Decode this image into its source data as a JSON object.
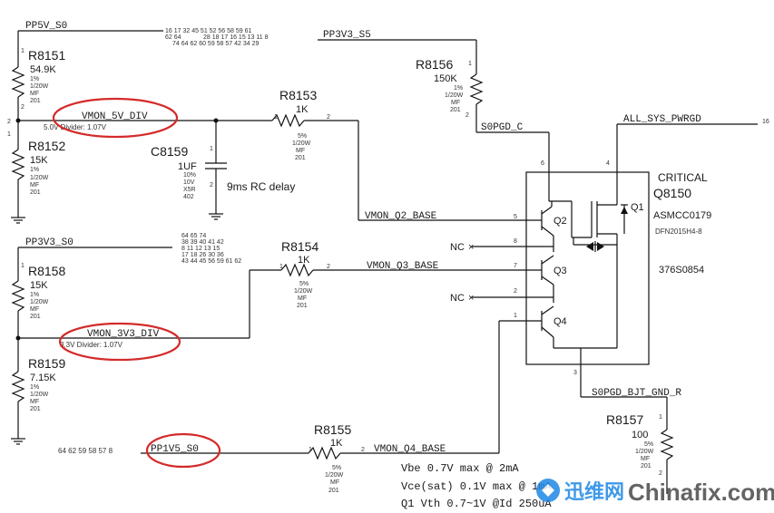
{
  "nets": {
    "pp5v_s0": "PP5V_S0",
    "pp3v3_s5": "PP3V3_S5",
    "pp3v3_s0": "PP3V3_S0",
    "pp1v5_s0": "PP1V5_S0",
    "vmon_5v_div": "VMON_5V_DIV",
    "vmon_3v3_div": "VMON_3V3_DIV",
    "vmon_q2_base": "VMON_Q2_BASE",
    "vmon_q3_base": "VMON_Q3_BASE",
    "vmon_q4_base": "VMON_Q4_BASE",
    "s0pgd_c": "S0PGD_C",
    "all_sys_pwrgd": "ALL_SYS_PWRGD",
    "s0pgd_bjt_gnd_r": "S0PGD_BJT_GND_R"
  },
  "divider_notes": {
    "div5": "5.0V Divider: 1.07V",
    "div3": "3.3V Divider: 1.07V"
  },
  "page_refs": {
    "pp5v_row1": "16 17 32 45 51 52 56 58 59 61",
    "pp5v_row2a": "62 64",
    "pp5v_row2b": "28 18 17 16 15 13 11 8",
    "pp5v_row3": "74 64 62 60 59 58 57 42 34 29",
    "pp3v3_row1": "64 65 74",
    "pp3v3_row2": "38 39 40 41 42",
    "pp3v3_row3": "8 11 12 13 15",
    "pp3v3_row4": "17 18 26 30 36",
    "pp3v3_row5": "43 44 45 56 59 61 62",
    "pp1v5_refs": "64 62 59 58 57 8",
    "all_sys_ref": "16"
  },
  "resistors": [
    {
      "ref": "R8151",
      "value": "54.9K",
      "tol": "1%",
      "power": "1/20W",
      "type": "MF",
      "size": "201"
    },
    {
      "ref": "R8152",
      "value": "15K",
      "tol": "1%",
      "power": "1/20W",
      "type": "MF",
      "size": "201"
    },
    {
      "ref": "R8153",
      "value": "1K",
      "tol": "5%",
      "power": "1/20W",
      "type": "MF",
      "size": "201"
    },
    {
      "ref": "R8154",
      "value": "1K",
      "tol": "5%",
      "power": "1/20W",
      "type": "MF",
      "size": "201"
    },
    {
      "ref": "R8155",
      "value": "1K",
      "tol": "5%",
      "power": "1/20W",
      "type": "MF",
      "size": "201"
    },
    {
      "ref": "R8156",
      "value": "150K",
      "tol": "1%",
      "power": "1/20W",
      "type": "MF",
      "size": "201"
    },
    {
      "ref": "R8157",
      "value": "100",
      "tol": "5%",
      "power": "1/20W",
      "type": "MF",
      "size": "201"
    },
    {
      "ref": "R8158",
      "value": "15K",
      "tol": "1%",
      "power": "1/20W",
      "type": "MF",
      "size": "201"
    },
    {
      "ref": "R8159",
      "value": "7.15K",
      "tol": "1%",
      "power": "1/20W",
      "type": "MF",
      "size": "201"
    }
  ],
  "capacitor": {
    "ref": "C8159",
    "value": "1UF",
    "tol": "10%",
    "voltage": "10V",
    "dielectric": "X5R",
    "size": "402",
    "note": "9ms RC delay"
  },
  "ic": {
    "critical": "CRITICAL",
    "ref": "Q8150",
    "part": "ASMCC0179",
    "package": "DFN2015H4-8",
    "pn": "376S0854",
    "q1": "Q1",
    "q2": "Q2",
    "q3": "Q3",
    "q4": "Q4",
    "nc": "NC"
  },
  "notes": {
    "line1": "Vbe 0.7V max @ 2mA",
    "line2": "Vce(sat) 0.1V max @ 1mA",
    "line3": "Q1 Vth 0.7~1V @Id 250uA"
  },
  "watermark": {
    "cn": "迅维网",
    "en": "Chinafix.com"
  }
}
